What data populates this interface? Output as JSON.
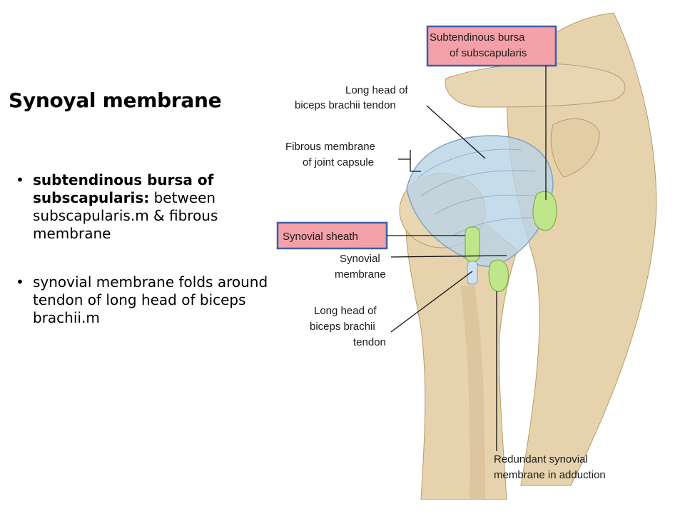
{
  "slide": {
    "title": "Synoyal membrane",
    "bullets": [
      {
        "bold": "subtendinous bursa of subscapularis:",
        "text": " between subscapularis.m & fibrous membrane"
      },
      {
        "bold": "",
        "text": "synovial membrane folds around tendon of long head of biceps brachii.m"
      }
    ]
  },
  "figure": {
    "labels": {
      "bursa_line1": "Subtendinous bursa",
      "bursa_line2": "of subscapularis",
      "lhb_top_line1": "Long head of",
      "lhb_top_line2": "biceps brachii tendon",
      "fibrous_line1": "Fibrous membrane",
      "fibrous_line2": "of joint capsule",
      "sheath": "Synovial sheath",
      "synovial_line1": "Synovial",
      "synovial_line2": "membrane",
      "lhb_bot_line1": "Long head of",
      "lhb_bot_line2": "biceps brachii",
      "lhb_bot_line3": "tendon",
      "redundant_line1": "Redundant synovial",
      "redundant_line2": "membrane in adduction"
    },
    "colors": {
      "bone": "#e6d3ad",
      "bone_shadow": "#c9ad7e",
      "capsule": "#b9d3e6",
      "synovial_green": "#bfe68a",
      "highlight_box": "#f4a0a8",
      "highlight_border": "#3e5fa8"
    }
  }
}
